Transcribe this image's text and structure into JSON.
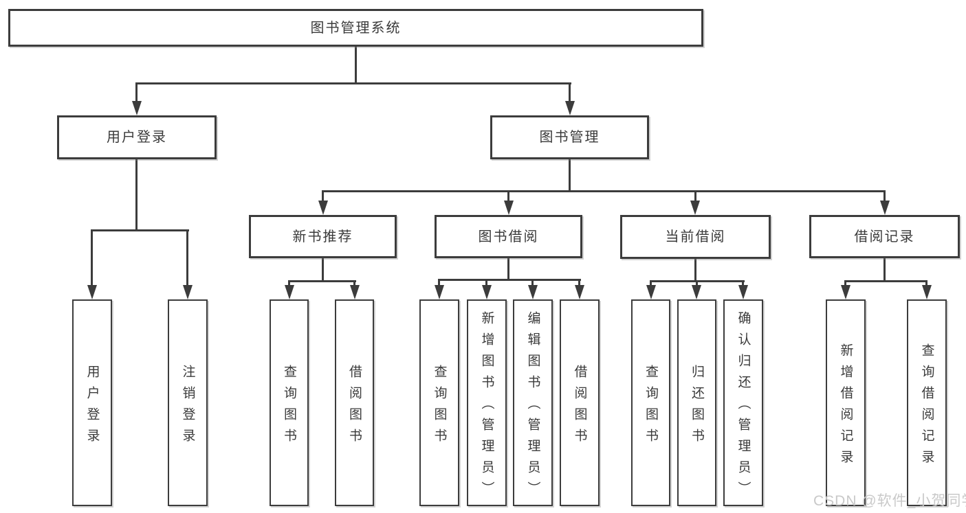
{
  "root": {
    "label": "图书管理系统"
  },
  "tree": {
    "user_login": {
      "label": "用户登录",
      "children": {
        "login": {
          "label": "用户登录"
        },
        "logout": {
          "label": "注销登录"
        }
      }
    },
    "book_mgmt": {
      "label": "图书管理",
      "children": {
        "new_book_rec": {
          "label": "新书推荐",
          "children": {
            "query_book": {
              "label": "查询图书"
            },
            "borrow_book": {
              "label": "借阅图书"
            }
          }
        },
        "book_borrow": {
          "label": "图书借阅",
          "children": {
            "query_book": {
              "label": "查询图书"
            },
            "add_book": {
              "label": "新增图书（管理员）"
            },
            "edit_book": {
              "label": "编辑图书（管理员）"
            },
            "borrow_book": {
              "label": "借阅图书"
            }
          }
        },
        "current_borrow": {
          "label": "当前借阅",
          "children": {
            "query_book": {
              "label": "查询图书"
            },
            "return_book": {
              "label": "归还图书"
            },
            "confirm_return": {
              "label": "确认归还（管理员）"
            }
          }
        },
        "borrow_records": {
          "label": "借阅记录",
          "children": {
            "add_record": {
              "label": "新增借阅记录"
            },
            "query_record": {
              "label": "查询借阅记录"
            }
          }
        }
      }
    }
  },
  "watermark": {
    "text": "CSDN @软件_小贺同学"
  },
  "colors": {
    "line": "#3c3c3c",
    "text": "#3a3a3a",
    "watermark": "#c9c9c9",
    "background": "#ffffff"
  }
}
